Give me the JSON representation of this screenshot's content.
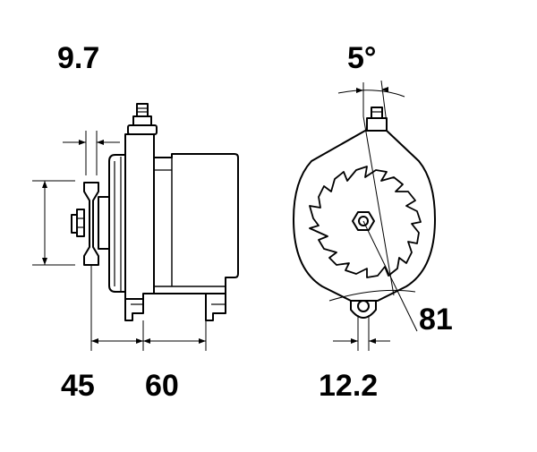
{
  "diagram": {
    "side_view": {
      "top_dimension": "9.7",
      "bottom_left_dimension": "45",
      "bottom_right_dimension": "60"
    },
    "front_view": {
      "angle_dimension": "5°",
      "radius_dimension": "81",
      "bottom_dimension": "12.2"
    },
    "colors": {
      "line": "#000000",
      "background": "#ffffff"
    }
  }
}
